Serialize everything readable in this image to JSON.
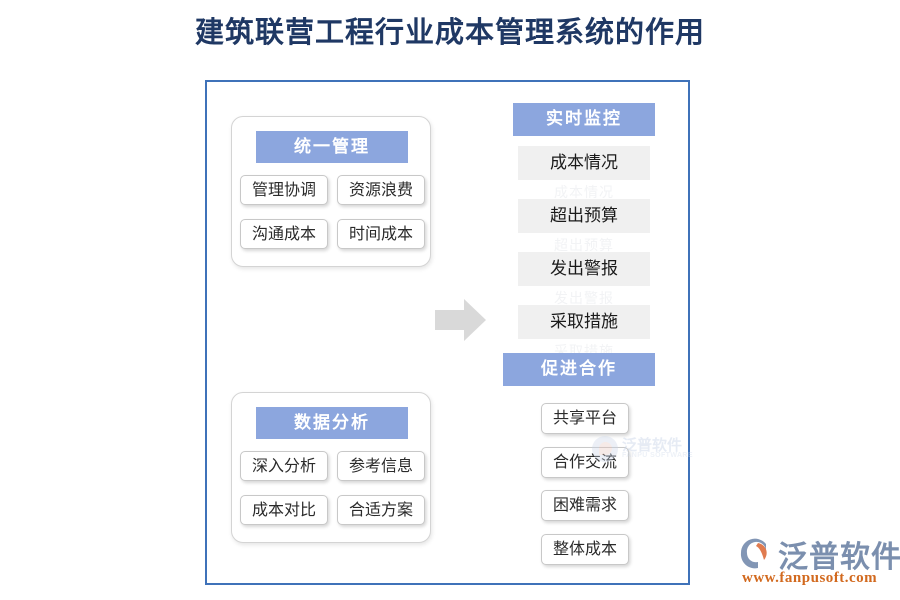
{
  "page": {
    "title": "建筑联营工程行业成本管理系统的作用",
    "title_color": "#1F3864",
    "frame_border_color": "#3F72B9",
    "header_bg_color": "#8CA6DE",
    "leaf_bg_color": "#F0F0F0",
    "arrow_color": "#D9D9D9"
  },
  "left_column": {
    "groups": [
      {
        "name": "unified-management",
        "header": "统一管理",
        "items": [
          "管理协调",
          "资源浪费",
          "沟通成本",
          "时间成本"
        ]
      },
      {
        "name": "data-analysis",
        "header": "数据分析",
        "items": [
          "深入分析",
          "参考信息",
          "成本对比",
          "合适方案"
        ]
      }
    ]
  },
  "right_column": {
    "groups": [
      {
        "name": "real-time-monitoring",
        "header": "实时监控",
        "items": [
          "成本情况",
          "超出预算",
          "发出警报",
          "采取措施"
        ],
        "ghosts": [
          "成本情况",
          "超出预算",
          "发出警报",
          "采取措施"
        ]
      },
      {
        "name": "promote-cooperation",
        "header": "促进合作",
        "items": [
          "共享平台",
          "合作交流",
          "困难需求",
          "整体成本"
        ]
      }
    ]
  },
  "watermark": {
    "cn": "泛普软件",
    "en": "FANPU SOFTWARE"
  },
  "brand": {
    "cn": "泛普软件",
    "url": "www.fanpusoft.com"
  }
}
